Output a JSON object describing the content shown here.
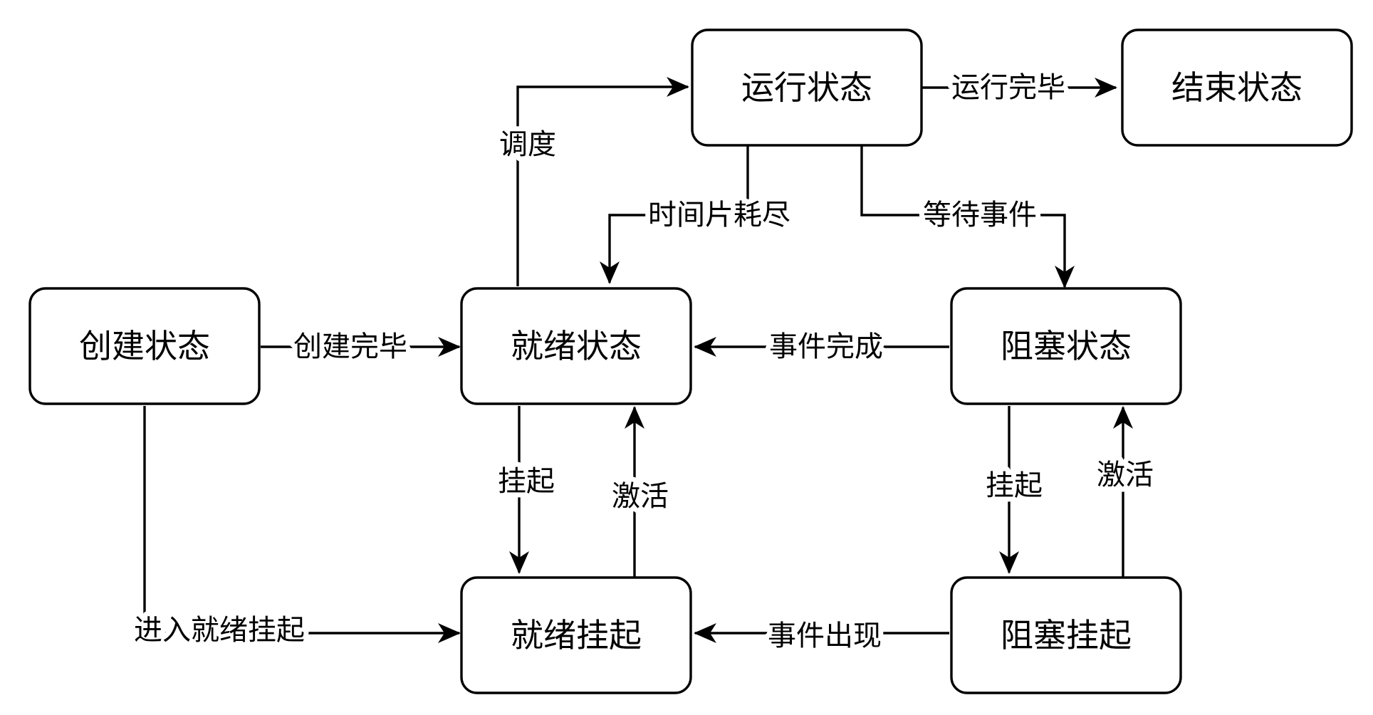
{
  "nodes": {
    "running": "运行状态",
    "terminated": "结束状态",
    "created": "创建状态",
    "ready": "就绪状态",
    "blocked": "阻塞状态",
    "ready_suspended": "就绪挂起",
    "blocked_suspended": "阻塞挂起"
  },
  "edges": {
    "run_finish": "运行完毕",
    "dispatch": "调度",
    "timeslice_expired": "时间片耗尽",
    "wait_event": "等待事件",
    "create_finish": "创建完毕",
    "event_complete": "事件完成",
    "ready_suspend": "挂起",
    "ready_activate": "激活",
    "blocked_suspend": "挂起",
    "blocked_activate": "激活",
    "enter_ready_suspend": "进入就绪挂起",
    "event_occur": "事件出现"
  }
}
